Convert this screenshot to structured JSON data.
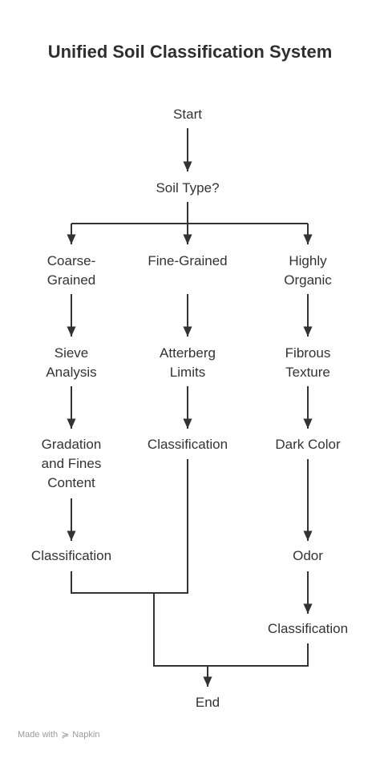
{
  "title": "Unified Soil Classification System",
  "nodes": {
    "start": "Start",
    "soil_type": "Soil Type?",
    "coarse": "Coarse-\nGrained",
    "fine": "Fine-Grained",
    "organic": "Highly\nOrganic",
    "sieve": "Sieve\nAnalysis",
    "atterberg": "Atterberg\nLimits",
    "fibrous": "Fibrous\nTexture",
    "gradation": "Gradation\nand Fines\nContent",
    "fine_class": "Classification",
    "dark": "Dark Color",
    "coarse_class": "Classification",
    "odor": "Odor",
    "organic_class": "Classification",
    "end": "End"
  },
  "footer": {
    "made_with": "Made with",
    "brand": "Napkin",
    "logo_icon": "napkin-logo-icon"
  },
  "colors": {
    "line": "#333333",
    "text": "#333333",
    "footer": "#9a9a9a"
  }
}
